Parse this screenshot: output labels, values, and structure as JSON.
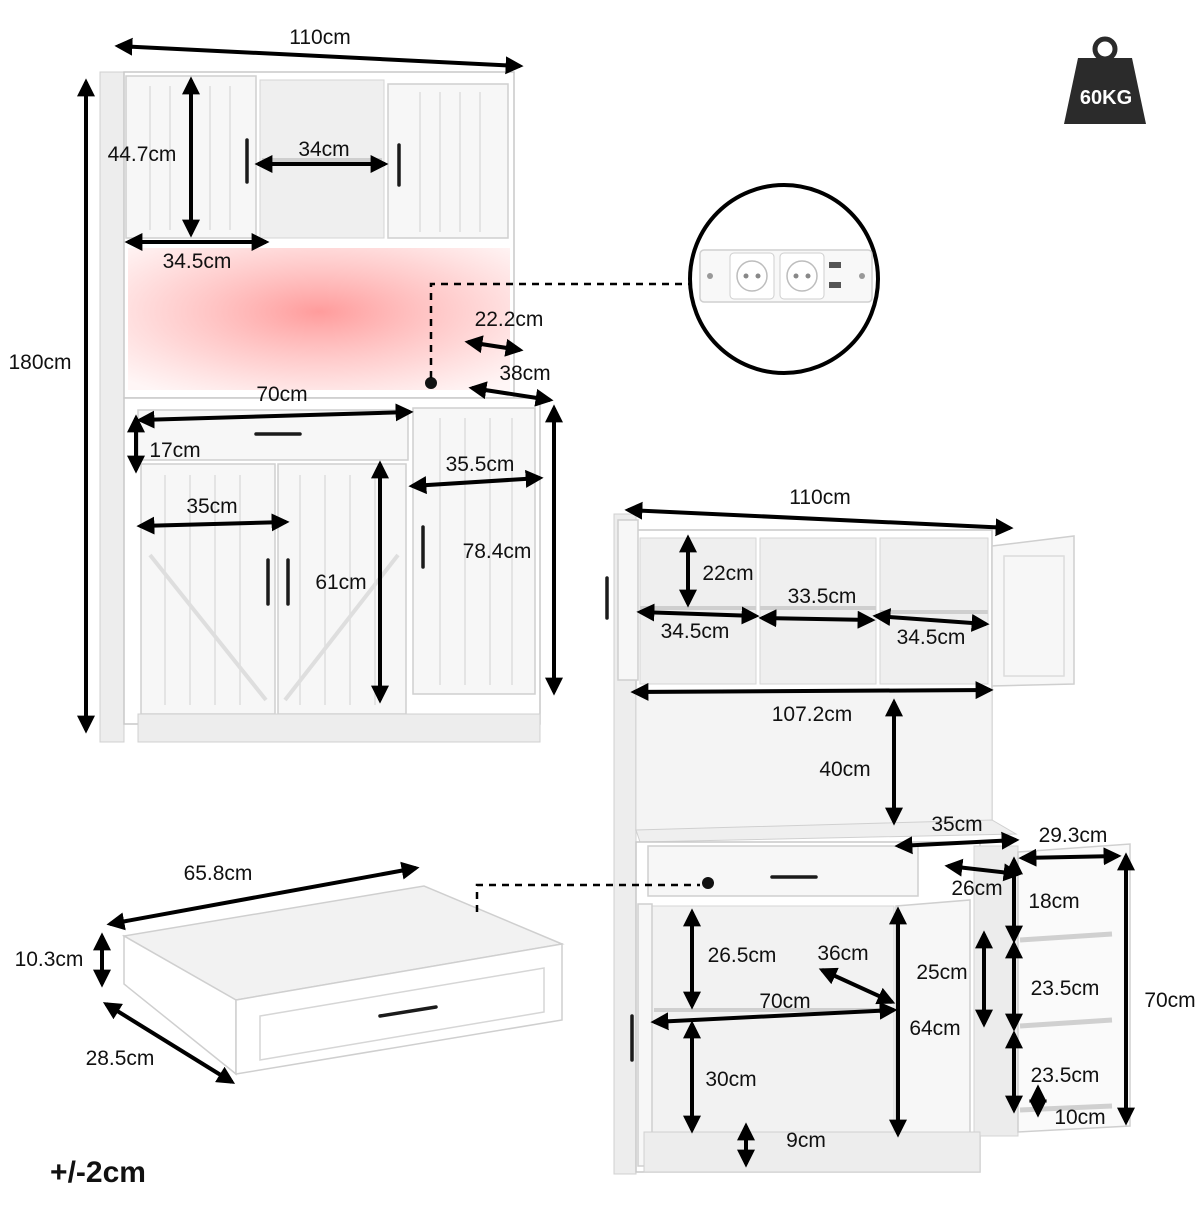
{
  "tolerance": "+/-2cm",
  "weight_badge": "60KG",
  "front_view": {
    "width": "110cm",
    "height": "180cm",
    "upper_door_height": "44.7cm",
    "open_shelf_width": "34cm",
    "upper_door_width": "34.5cm",
    "socket_offset": "22.2cm",
    "depth": "38cm",
    "counter_width": "70cm",
    "drawer_height": "17cm",
    "side_door_width": "35.5cm",
    "lower_door_width": "35cm",
    "lower_door_height": "61cm",
    "side_cabinet_height": "78.4cm"
  },
  "drawer": {
    "width": "65.8cm",
    "height": "10.3cm",
    "depth": "28.5cm"
  },
  "open_view": {
    "width": "110cm",
    "upper_shelf_height": "22cm",
    "middle_shelf_width": "33.5cm",
    "left_shelf_width": "34.5cm",
    "right_shelf_width": "34.5cm",
    "hutch_inner_width": "107.2cm",
    "hutch_opening_height": "40cm",
    "counter_depth": "35cm",
    "side_door_width": "29.3cm",
    "side_inner_depth": "26cm",
    "side_top_shelf": "18cm",
    "lower_upper_height": "26.5cm",
    "lower_shelf_depth": "36cm",
    "side_middle_height": "25cm",
    "door_rack_upper": "23.5cm",
    "side_door_height": "70cm",
    "lower_inner_width": "70cm",
    "lower_inner_height": "64cm",
    "lower_bottom_height": "30cm",
    "door_rack_lower": "23.5cm",
    "rack_bottom_gap": "10cm",
    "base_height": "9cm"
  },
  "colors": {
    "led_glow": "#ff8a8a",
    "badge": "#2b2b2b",
    "cabinet": "#ffffff"
  }
}
